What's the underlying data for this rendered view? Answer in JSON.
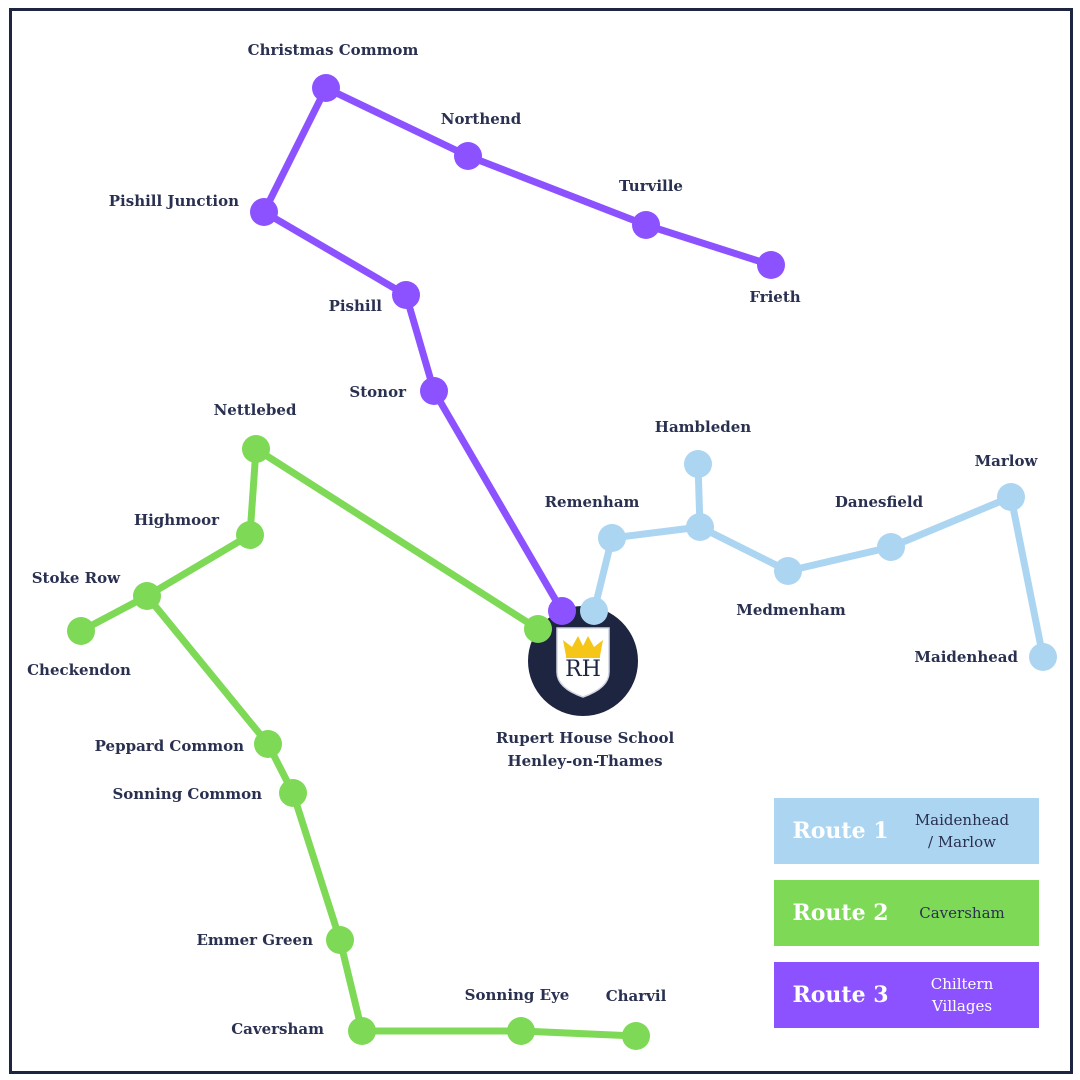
{
  "colors": {
    "route1": "#acd5f2",
    "route2": "#7ed957",
    "route3": "#8c52ff",
    "navy": "#1e2540",
    "crown": "#f5c518"
  },
  "school": {
    "logo_text": "RH",
    "name_line1": "Rupert House School",
    "name_line2": "Henley-on-Thames"
  },
  "routes": [
    {
      "id": "route1",
      "legend_label": "Route 1",
      "legend_desc_line1": "Maidenhead",
      "legend_desc_line2": "/ Marlow",
      "stops": [
        "Remenham",
        "Hambleden",
        "Medmenham",
        "Danesfield",
        "Marlow",
        "Maidenhead"
      ]
    },
    {
      "id": "route2",
      "legend_label": "Route 2",
      "legend_desc_line1": "Caversham",
      "legend_desc_line2": "",
      "stops": [
        "Nettlebed",
        "Highmoor",
        "Stoke Row",
        "Checkendon",
        "Peppard Common",
        "Sonning Common",
        "Emmer Green",
        "Caversham",
        "Sonning Eye",
        "Charvil"
      ]
    },
    {
      "id": "route3",
      "legend_label": "Route 3",
      "legend_desc_line1": "Chiltern",
      "legend_desc_line2": "Villages",
      "stops": [
        "Christmas Commom",
        "Northend",
        "Turville",
        "Frieth",
        "Pishill Junction",
        "Pishill",
        "Stonor"
      ]
    }
  ]
}
